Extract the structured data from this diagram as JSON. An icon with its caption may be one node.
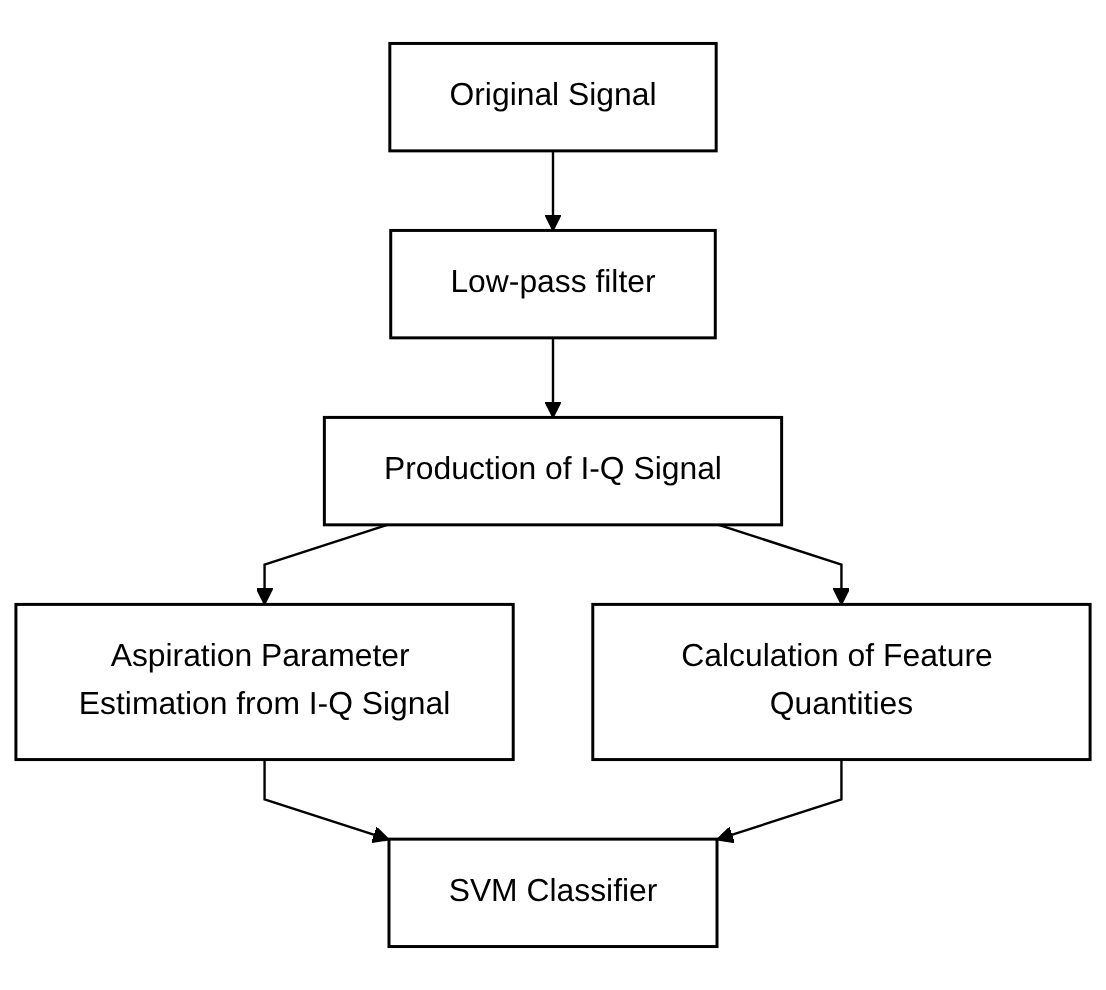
{
  "diagram": {
    "nodes": [
      {
        "text": [
          "Original Signal"
        ]
      },
      {
        "text": [
          "Low-pass filter"
        ]
      },
      {
        "text": [
          "Production of I-Q Signal"
        ]
      },
      {
        "text": [
          "Aspiration Parameter Estimation from I-Q Signal"
        ]
      },
      {
        "text": [
          "Calculation of Feature Quantities"
        ]
      },
      {
        "text": [
          "SVM Classifier"
        ]
      }
    ],
    "edges": [
      {
        "from": 0,
        "to": 1,
        "arrow": "to"
      },
      {
        "from": 1,
        "to": 2,
        "arrow": "to"
      },
      {
        "from": 2,
        "to": 3,
        "arrow": "to"
      },
      {
        "from": 2,
        "to": 4,
        "arrow": "to"
      },
      {
        "from": 3,
        "to": 5,
        "arrow": "to"
      },
      {
        "from": 4,
        "to": 5,
        "arrow": "to"
      }
    ]
  }
}
